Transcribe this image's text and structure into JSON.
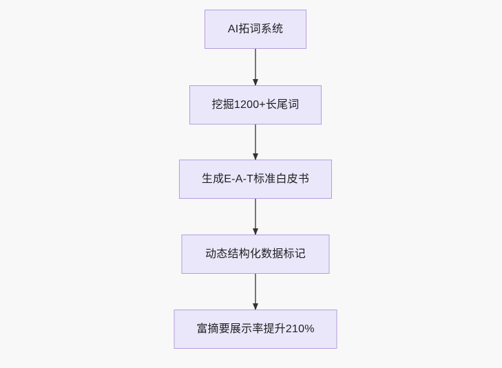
{
  "diagram": {
    "type": "flowchart",
    "direction": "top-to-bottom",
    "background_color": "#f8f8f8",
    "node_fill_color": "#eae7fb",
    "node_border_color": "#b39ddb",
    "node_text_color": "#1f1f1f",
    "edge_color": "#767676",
    "arrowhead_color": "#333333",
    "nodes": [
      {
        "id": "n0",
        "label": "AI拓词系统"
      },
      {
        "id": "n1",
        "label": "挖掘1200+长尾词"
      },
      {
        "id": "n2",
        "label": "生成E-A-T标准白皮书"
      },
      {
        "id": "n3",
        "label": "动态结构化数据标记"
      },
      {
        "id": "n4",
        "label": "富摘要展示率提升210%"
      }
    ],
    "edges": [
      {
        "from": "n0",
        "to": "n1",
        "label": ""
      },
      {
        "from": "n1",
        "to": "n2",
        "label": ""
      },
      {
        "from": "n2",
        "to": "n3",
        "label": ""
      },
      {
        "from": "n3",
        "to": "n4",
        "label": ""
      }
    ]
  }
}
